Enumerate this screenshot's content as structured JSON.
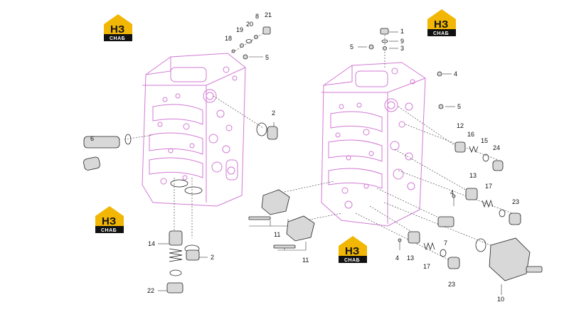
{
  "logo": {
    "mark": "НЗ",
    "sub": "СНАБ"
  },
  "callouts": {
    "c1": "1",
    "c2a": "2",
    "c2b": "2",
    "c3": "3",
    "c4a": "4",
    "c4b": "4",
    "c4c": "4",
    "c5a": "5",
    "c5b": "5",
    "c5c": "5",
    "c6": "6",
    "c7": "7",
    "c8": "8",
    "c9": "9",
    "c10": "10",
    "c11a": "11",
    "c11b": "11",
    "c12": "12",
    "c13a": "13",
    "c13b": "13",
    "c14": "14",
    "c15": "15",
    "c16": "16",
    "c17a": "17",
    "c17b": "17",
    "c18": "18",
    "c19": "19",
    "c20": "20",
    "c21": "21",
    "c22": "22",
    "c23a": "23",
    "c23b": "23",
    "c24": "24"
  },
  "colors": {
    "housing": "#d27ad4",
    "part_fill": "#d8d8d8",
    "line": "#222222",
    "logo_yellow": "#f2b705",
    "logo_black": "#111111"
  }
}
